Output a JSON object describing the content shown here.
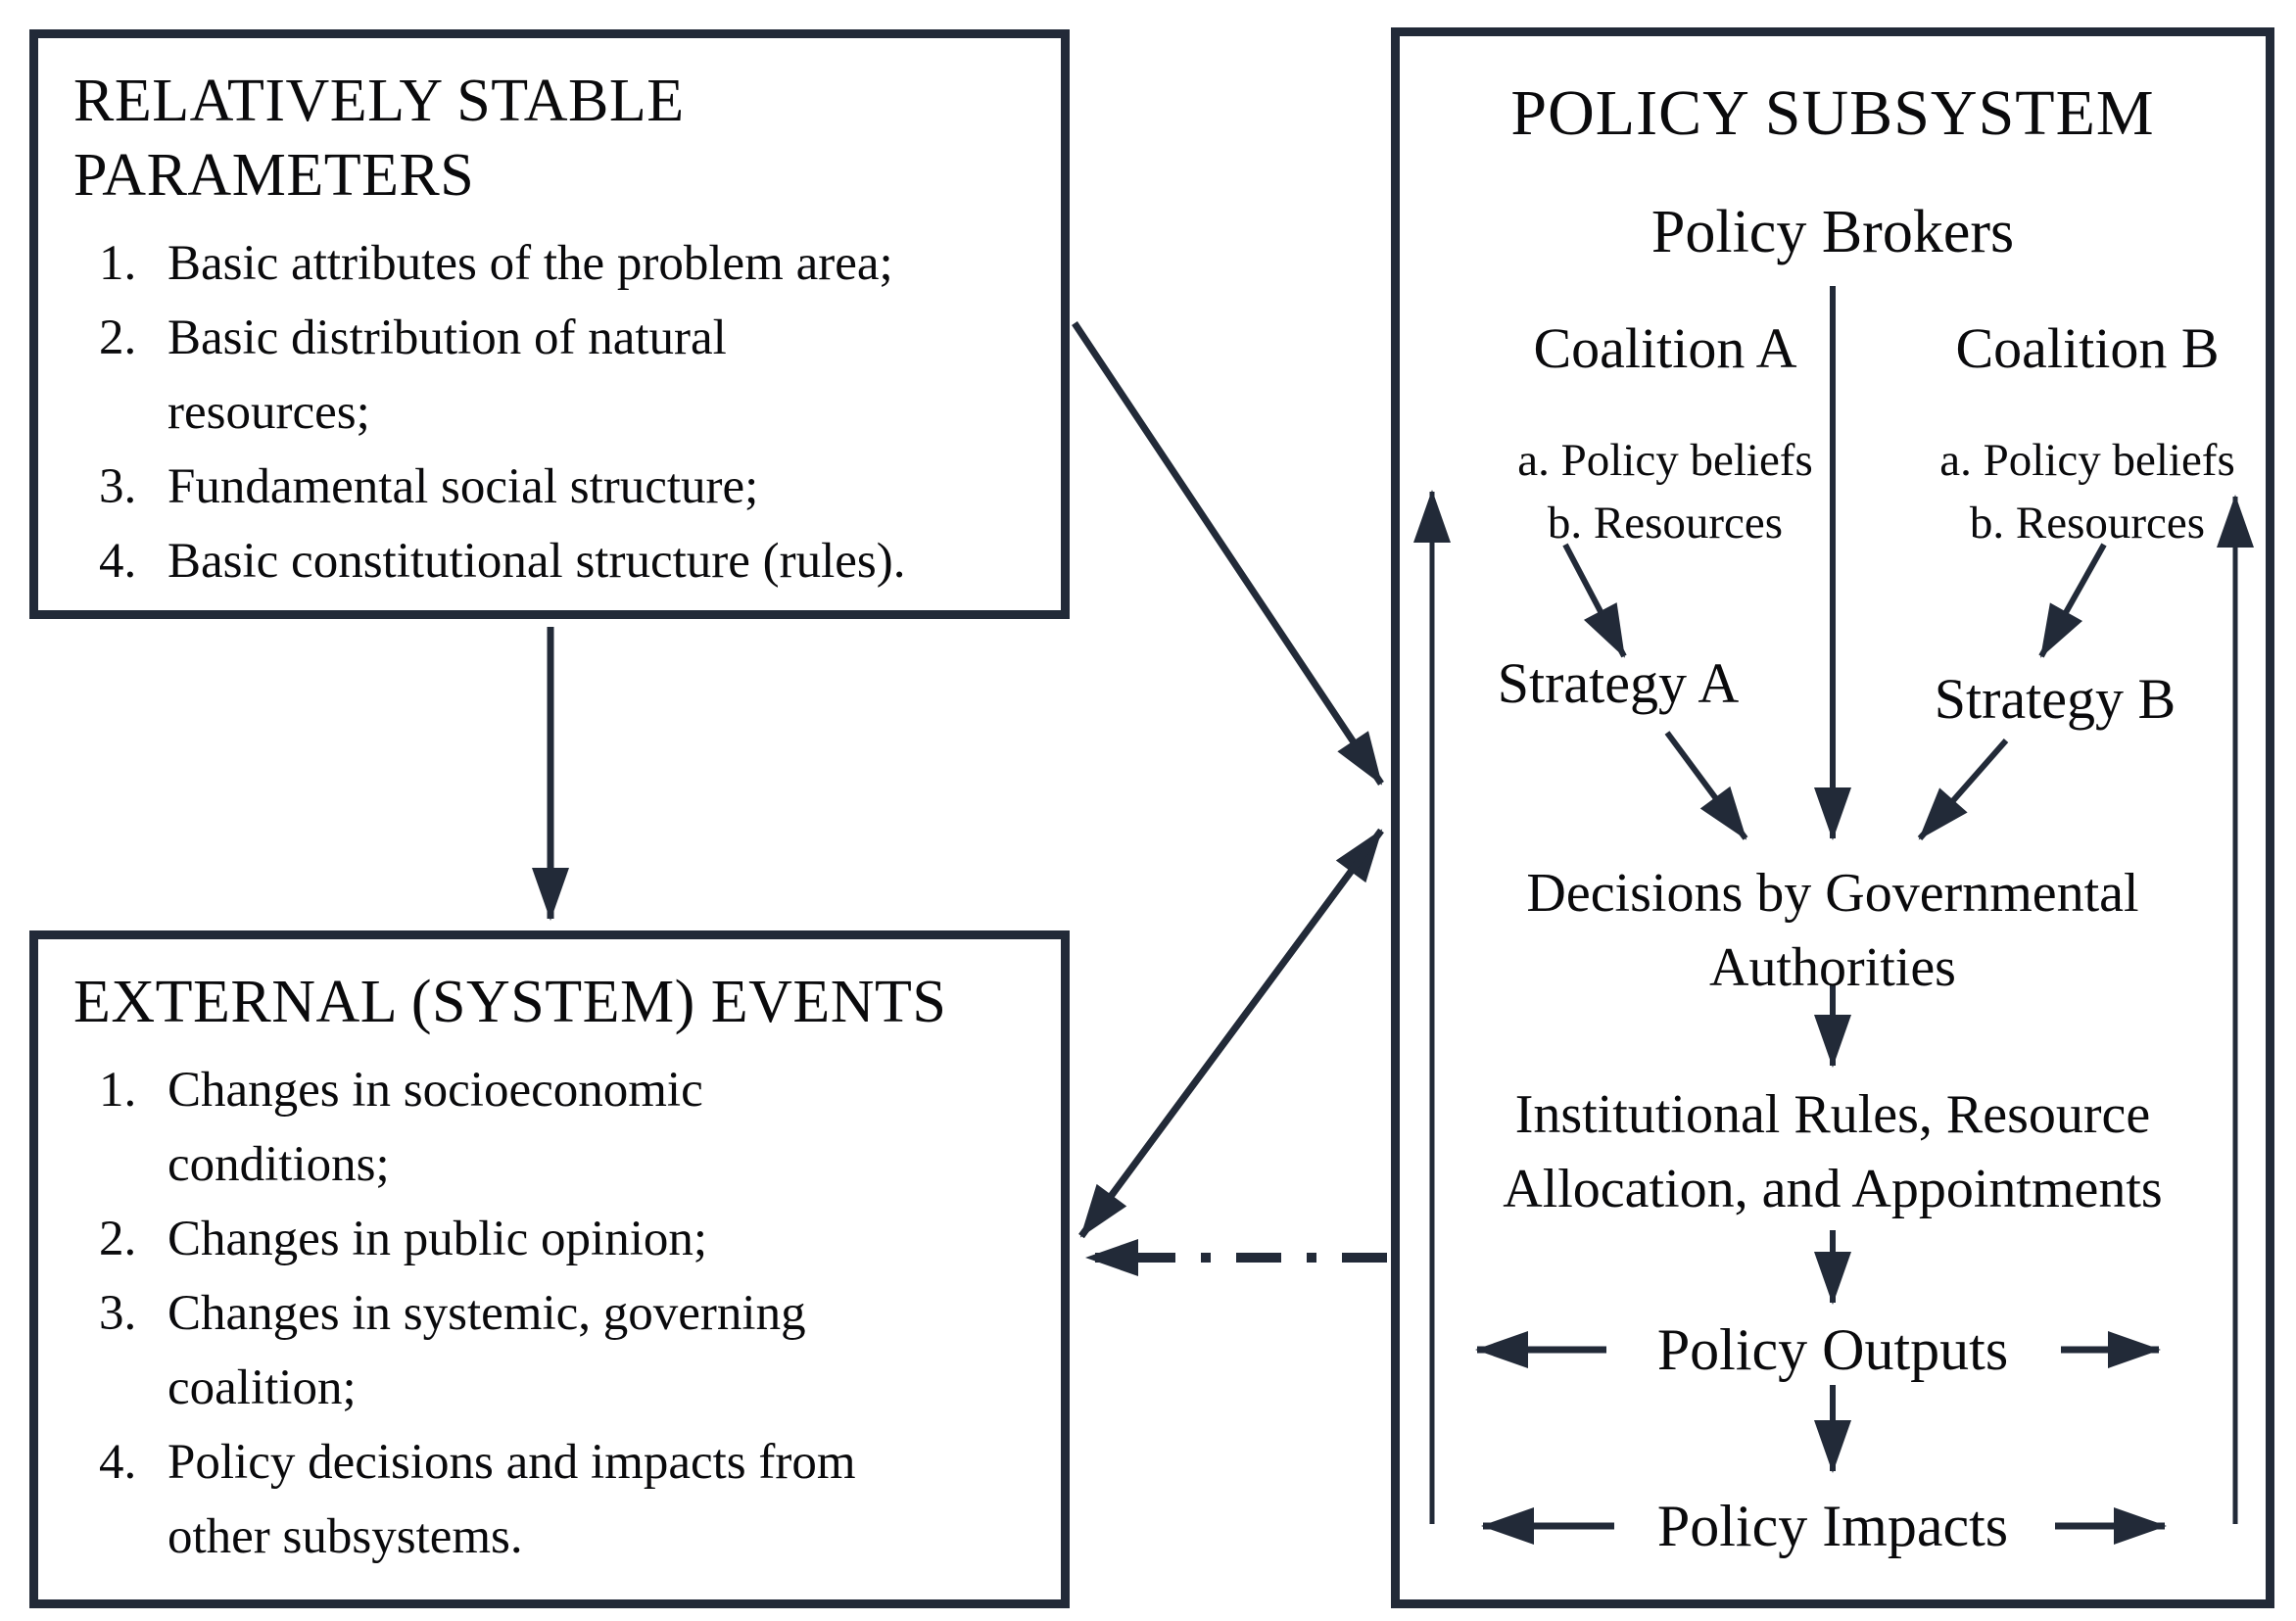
{
  "colors": {
    "line": "#222a38",
    "text": "#0a0a0c",
    "background": "#ffffff"
  },
  "stable_box": {
    "title_line1": "RELATIVELY STABLE",
    "title_line2": "PARAMETERS",
    "items": [
      {
        "num": "1.",
        "lines": [
          "Basic attributes of the problem area;"
        ]
      },
      {
        "num": "2.",
        "lines": [
          "Basic distribution of natural",
          "resources;"
        ]
      },
      {
        "num": "3.",
        "lines": [
          "Fundamental social structure;"
        ]
      },
      {
        "num": "4.",
        "lines": [
          "Basic constitutional structure (rules)."
        ]
      }
    ]
  },
  "external_box": {
    "title": "EXTERNAL (SYSTEM) EVENTS",
    "items": [
      {
        "num": "1.",
        "lines": [
          "Changes in socioeconomic",
          "conditions;"
        ]
      },
      {
        "num": "2.",
        "lines": [
          "Changes in public opinion;"
        ]
      },
      {
        "num": "3.",
        "lines": [
          "Changes in systemic, governing",
          "coalition;"
        ]
      },
      {
        "num": "4.",
        "lines": [
          "Policy decisions and impacts from",
          "other subsystems."
        ]
      }
    ]
  },
  "subsystem": {
    "title": "POLICY SUBSYSTEM",
    "policy_brokers": "Policy Brokers",
    "coalition_a": {
      "title": "Coalition A",
      "belief": "a. Policy beliefs",
      "resources": "b. Resources",
      "strategy": "Strategy A"
    },
    "coalition_b": {
      "title": "Coalition B",
      "belief": "a. Policy beliefs",
      "resources": "b. Resources",
      "strategy": "Strategy B"
    },
    "decisions_line1": "Decisions by Governmental",
    "decisions_line2": "Authorities",
    "institutional_line1": "Institutional Rules, Resource",
    "institutional_line2": "Allocation, and Appointments",
    "policy_outputs": "Policy Outputs",
    "policy_impacts": "Policy Impacts"
  }
}
